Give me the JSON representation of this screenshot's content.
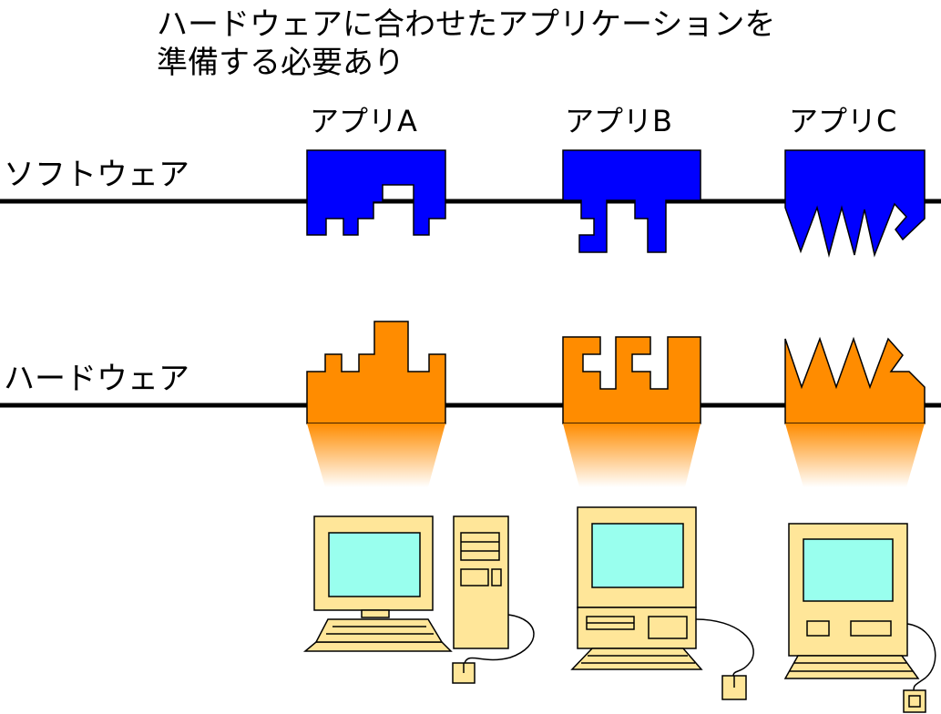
{
  "title_lines": [
    "ハードウェアに合わせたアプリケーションを",
    "準備する必要あり"
  ],
  "row_labels": {
    "software": "ソフトウェア",
    "hardware": "ハードウェア"
  },
  "apps": [
    {
      "label": "アプリA"
    },
    {
      "label": "アプリB"
    },
    {
      "label": "アプリC"
    }
  ],
  "colors": {
    "software": "#0000ff",
    "hardware": "#ff8c00",
    "computer_body": "#ffe699",
    "screen": "#99ffee",
    "line": "#000000"
  },
  "icons": [
    "desktop-tower-computer",
    "desktop-computer",
    "all-in-one-computer"
  ]
}
